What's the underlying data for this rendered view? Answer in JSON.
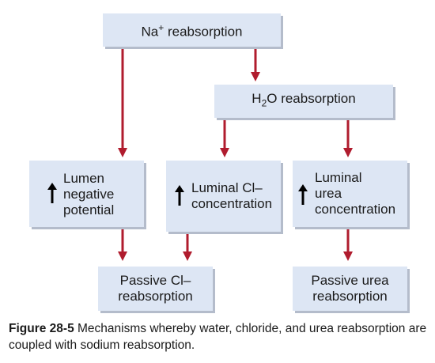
{
  "diagram": {
    "nodes": {
      "na": {
        "prefix": "Na",
        "sup": "+",
        "suffix": " reabsorption"
      },
      "h2o": {
        "prefix": "H",
        "sub": "2",
        "suffix": "O reabsorption"
      },
      "lumen": {
        "lines": [
          "Lumen",
          "negative",
          "potential"
        ]
      },
      "cl_conc": {
        "lines": [
          "Luminal Cl–",
          "concentration"
        ]
      },
      "urea_conc": {
        "lines": [
          "Luminal",
          "urea",
          "concentration"
        ]
      },
      "passive_cl": {
        "lines": [
          "Passive Cl–",
          "reabsorption"
        ]
      },
      "passive_urea": {
        "lines": [
          "Passive urea",
          "reabsorption"
        ]
      }
    },
    "colors": {
      "box": "#dde6f4",
      "shadow": "#b4bccb",
      "arrow": "#b01c2e"
    }
  },
  "caption": {
    "label": "Figure 28-5",
    "text": " Mechanisms whereby water, chloride, and urea reabsorption are coupled with sodium reabsorption."
  }
}
